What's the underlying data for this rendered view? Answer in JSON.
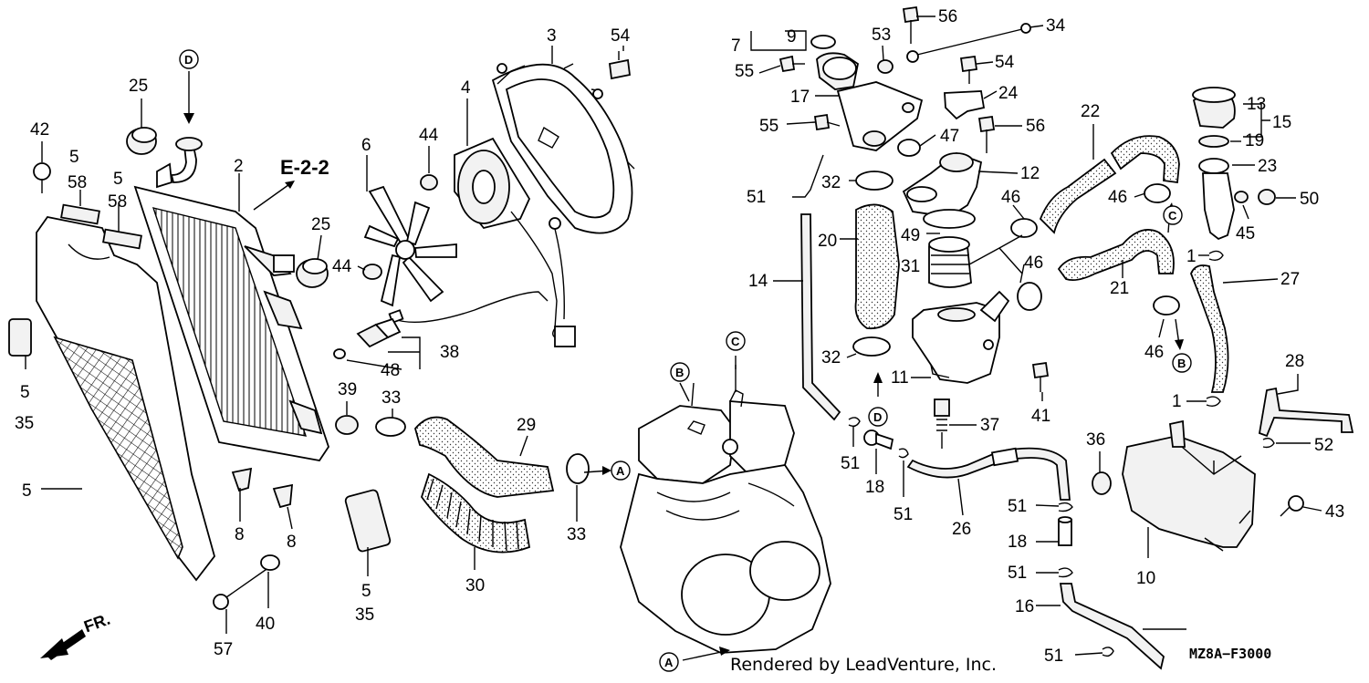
{
  "diagram": {
    "section_ref": "E-2-2",
    "front_marker": "FR.",
    "drawing_code": "MZ8A−F3000",
    "credit": "Rendered by LeadVenture, Inc.",
    "callouts": [
      {
        "id": "c-42",
        "text": "42"
      },
      {
        "id": "c-5a",
        "text": "5"
      },
      {
        "id": "c-58a",
        "text": "58"
      },
      {
        "id": "c-5b",
        "text": "5"
      },
      {
        "id": "c-58b",
        "text": "58"
      },
      {
        "id": "c-25a",
        "text": "25"
      },
      {
        "id": "c-2",
        "text": "2"
      },
      {
        "id": "c-25b",
        "text": "25"
      },
      {
        "id": "c-5c",
        "text": "5"
      },
      {
        "id": "c-35a",
        "text": "35"
      },
      {
        "id": "c-5d",
        "text": "5"
      },
      {
        "id": "c-8a",
        "text": "8"
      },
      {
        "id": "c-8b",
        "text": "8"
      },
      {
        "id": "c-57",
        "text": "57"
      },
      {
        "id": "c-40",
        "text": "40"
      },
      {
        "id": "c-6",
        "text": "6"
      },
      {
        "id": "c-44a",
        "text": "44"
      },
      {
        "id": "c-44b",
        "text": "44"
      },
      {
        "id": "c-4",
        "text": "4"
      },
      {
        "id": "c-3",
        "text": "3"
      },
      {
        "id": "c-54a",
        "text": "54"
      },
      {
        "id": "c-38",
        "text": "38"
      },
      {
        "id": "c-48",
        "text": "48"
      },
      {
        "id": "c-39",
        "text": "39"
      },
      {
        "id": "c-33a",
        "text": "33"
      },
      {
        "id": "c-29",
        "text": "29"
      },
      {
        "id": "c-33b",
        "text": "33"
      },
      {
        "id": "c-30",
        "text": "30"
      },
      {
        "id": "c-5e",
        "text": "5"
      },
      {
        "id": "c-35b",
        "text": "35"
      },
      {
        "id": "c-7",
        "text": "7"
      },
      {
        "id": "c-9",
        "text": "9"
      },
      {
        "id": "c-55a",
        "text": "55"
      },
      {
        "id": "c-53",
        "text": "53"
      },
      {
        "id": "c-56a",
        "text": "56"
      },
      {
        "id": "c-34",
        "text": "34"
      },
      {
        "id": "c-54b",
        "text": "54"
      },
      {
        "id": "c-17",
        "text": "17"
      },
      {
        "id": "c-24",
        "text": "24"
      },
      {
        "id": "c-55b",
        "text": "55"
      },
      {
        "id": "c-56b",
        "text": "56"
      },
      {
        "id": "c-47",
        "text": "47"
      },
      {
        "id": "c-32a",
        "text": "32"
      },
      {
        "id": "c-12",
        "text": "12"
      },
      {
        "id": "c-51a",
        "text": "51"
      },
      {
        "id": "c-46a",
        "text": "46"
      },
      {
        "id": "c-20",
        "text": "20"
      },
      {
        "id": "c-49",
        "text": "49"
      },
      {
        "id": "c-14",
        "text": "14"
      },
      {
        "id": "c-31",
        "text": "31"
      },
      {
        "id": "c-46b",
        "text": "46"
      },
      {
        "id": "c-32b",
        "text": "32"
      },
      {
        "id": "c-11",
        "text": "11"
      },
      {
        "id": "c-41",
        "text": "41"
      },
      {
        "id": "c-37",
        "text": "37"
      },
      {
        "id": "c-51b",
        "text": "51"
      },
      {
        "id": "c-18a",
        "text": "18"
      },
      {
        "id": "c-51c",
        "text": "51"
      },
      {
        "id": "c-26",
        "text": "26"
      },
      {
        "id": "c-22",
        "text": "22"
      },
      {
        "id": "c-46c",
        "text": "46"
      },
      {
        "id": "c-21",
        "text": "21"
      },
      {
        "id": "c-46d",
        "text": "46"
      },
      {
        "id": "c-13",
        "text": "13"
      },
      {
        "id": "c-15",
        "text": "15"
      },
      {
        "id": "c-19",
        "text": "19"
      },
      {
        "id": "c-23",
        "text": "23"
      },
      {
        "id": "c-50",
        "text": "50"
      },
      {
        "id": "c-45",
        "text": "45"
      },
      {
        "id": "c-1a",
        "text": "1"
      },
      {
        "id": "c-27",
        "text": "27"
      },
      {
        "id": "c-28",
        "text": "28"
      },
      {
        "id": "c-1b",
        "text": "1"
      },
      {
        "id": "c-52",
        "text": "52"
      },
      {
        "id": "c-36",
        "text": "36"
      },
      {
        "id": "c-43",
        "text": "43"
      },
      {
        "id": "c-51d",
        "text": "51"
      },
      {
        "id": "c-18b",
        "text": "18"
      },
      {
        "id": "c-51e",
        "text": "51"
      },
      {
        "id": "c-10",
        "text": "10"
      },
      {
        "id": "c-16",
        "text": "16"
      },
      {
        "id": "c-51f",
        "text": "51"
      }
    ],
    "connectors": [
      {
        "id": "k-D1",
        "text": "D"
      },
      {
        "id": "k-B1",
        "text": "B"
      },
      {
        "id": "k-C1",
        "text": "C"
      },
      {
        "id": "k-A1",
        "text": "A"
      },
      {
        "id": "k-A2",
        "text": "A"
      },
      {
        "id": "k-D2",
        "text": "D"
      },
      {
        "id": "k-C2",
        "text": "C"
      },
      {
        "id": "k-B2",
        "text": "B"
      }
    ]
  }
}
